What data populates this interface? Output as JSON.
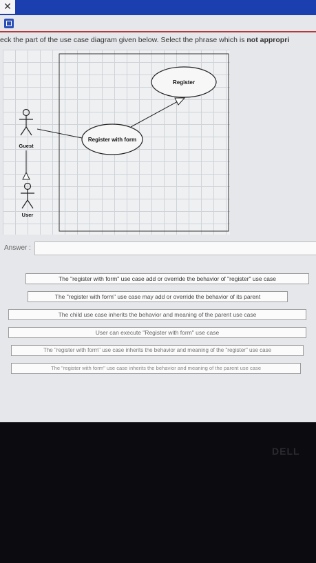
{
  "window": {
    "close_glyph": "✕"
  },
  "question": {
    "text": "eck the part of the use case diagram given below. Select the phrase which is ",
    "emphasis": "not appropri"
  },
  "diagram": {
    "use_cases": {
      "register": "Register",
      "register_with_form": "Register with form"
    },
    "actors": {
      "guest": "Guest",
      "user": "User"
    }
  },
  "answer": {
    "label": "Answer :",
    "value": ""
  },
  "options": [
    "The \"register with form\" use case add or override the behavior of \"register\" use case",
    "The \"register with form\" use case may add or override the behavior of its parent",
    "The child use case inherits the behavior and meaning of the parent use case",
    "User can execute \"Register with form\" use case",
    "The \"register with form\" use case inherits the behavior and meaning of the \"register\" use case",
    "The \"register with form\" use case inherits the behavior and meaning of the parent use case"
  ],
  "bezel": {
    "brand": "DELL"
  },
  "colors": {
    "topbar": "#1b3fae",
    "accent_line": "#b23a3a"
  }
}
